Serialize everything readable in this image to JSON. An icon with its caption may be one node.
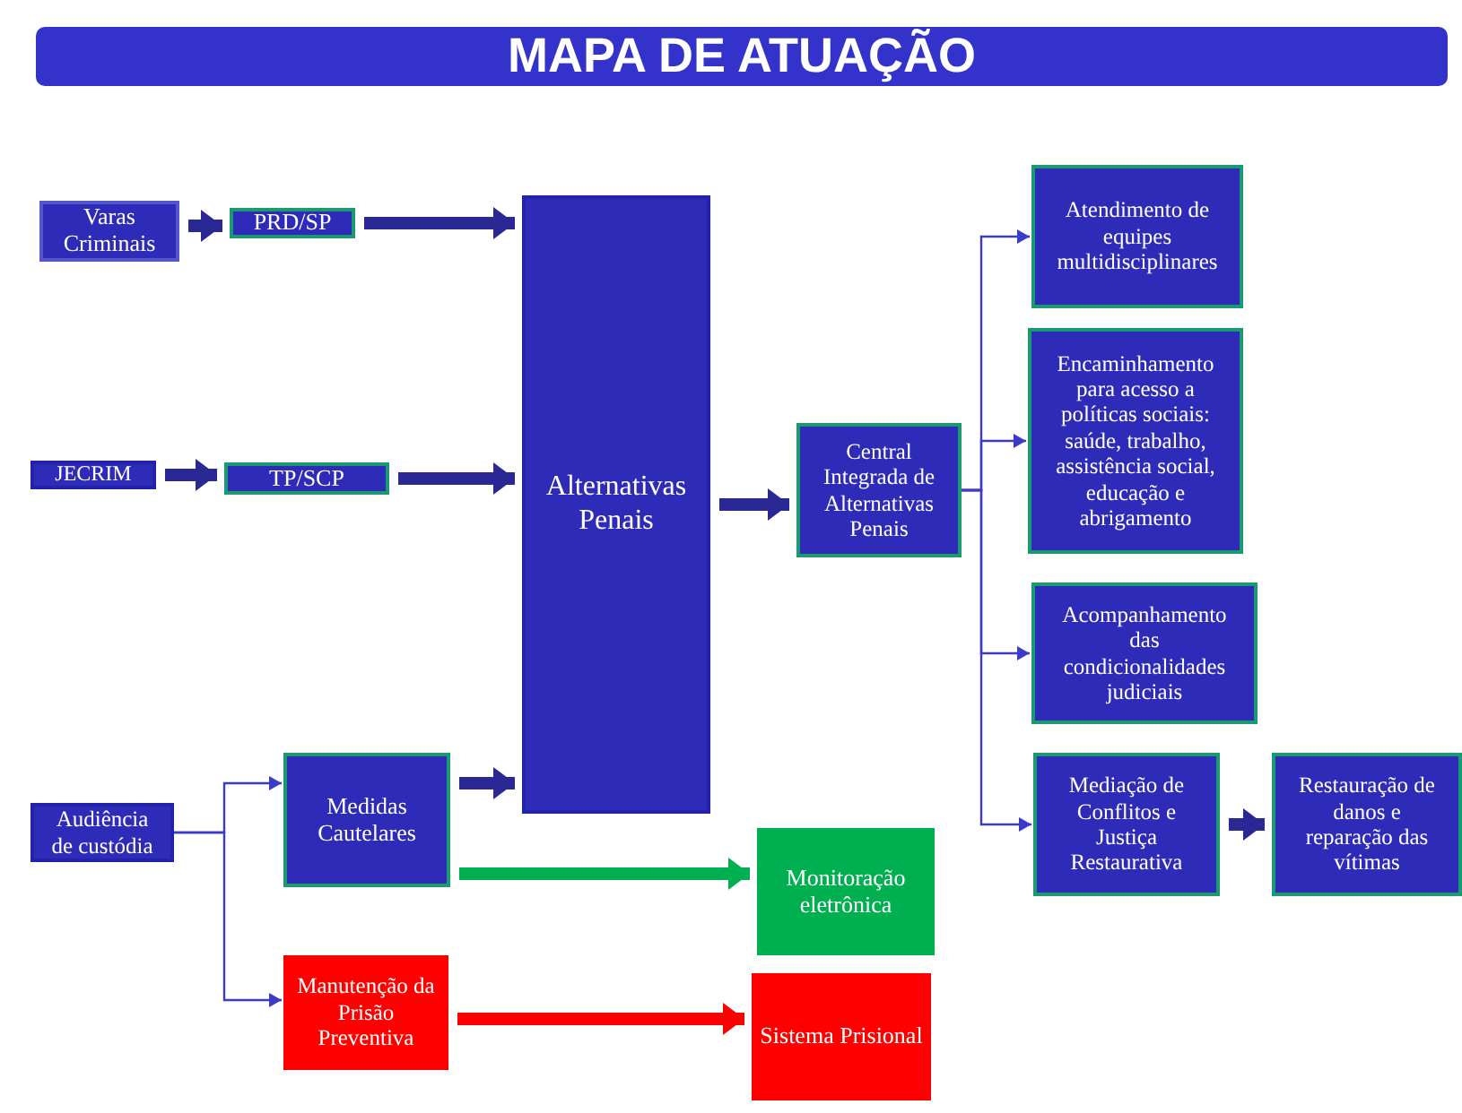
{
  "diagram": {
    "title": "MAPA DE ATUAÇÃO",
    "nodes": [
      {
        "text": [
          "Varas Criminais"
        ]
      },
      {
        "text": [
          "PRD/SP"
        ]
      },
      {
        "text": [
          "JECRIM"
        ]
      },
      {
        "text": [
          "TP/SCP"
        ]
      },
      {
        "text": [
          "Alternativas Penais"
        ]
      },
      {
        "text": [
          "Audiência de custódia"
        ]
      },
      {
        "text": [
          "Medidas Cautelares"
        ]
      },
      {
        "text": [
          "Manutenção da Prisão Preventiva"
        ]
      },
      {
        "text": [
          "Monitoração eletrônica"
        ]
      },
      {
        "text": [
          "Sistema Prisional"
        ]
      },
      {
        "text": [
          "Central Integrada de Alternativas Penais"
        ]
      },
      {
        "text": [
          "Atendimento de equipes multidisciplinares"
        ]
      },
      {
        "text": [
          "Encaminhamento para acesso a políticas sociais: saúde, trabalho, assistência social, educação e abrigamento"
        ]
      },
      {
        "text": [
          "Acompanhamento das condicionalidades judiciais"
        ]
      },
      {
        "text": [
          "Mediação de Conflitos e Justiça Restaurativa"
        ]
      },
      {
        "text": [
          "Restauração de danos e reparação das vítimas"
        ]
      }
    ],
    "edges": [
      {
        "from": 0,
        "to": 1,
        "arrow": "to"
      },
      {
        "from": 1,
        "to": 4,
        "arrow": "to"
      },
      {
        "from": 2,
        "to": 3,
        "arrow": "to"
      },
      {
        "from": 3,
        "to": 4,
        "arrow": "to"
      },
      {
        "from": 5,
        "to": 6,
        "arrow": "to"
      },
      {
        "from": 5,
        "to": 7,
        "arrow": "to"
      },
      {
        "from": 6,
        "to": 4,
        "arrow": "to"
      },
      {
        "from": 6,
        "to": 8,
        "arrow": "to",
        "color": "#00b050"
      },
      {
        "from": 7,
        "to": 9,
        "arrow": "to",
        "color": "#ff0000"
      },
      {
        "from": 4,
        "to": 10,
        "arrow": "to"
      },
      {
        "from": 10,
        "to": 11,
        "arrow": "to"
      },
      {
        "from": 10,
        "to": 12,
        "arrow": "to"
      },
      {
        "from": 10,
        "to": 13,
        "arrow": "to"
      },
      {
        "from": 10,
        "to": 14,
        "arrow": "to"
      },
      {
        "from": 14,
        "to": 15,
        "arrow": "to"
      }
    ]
  }
}
